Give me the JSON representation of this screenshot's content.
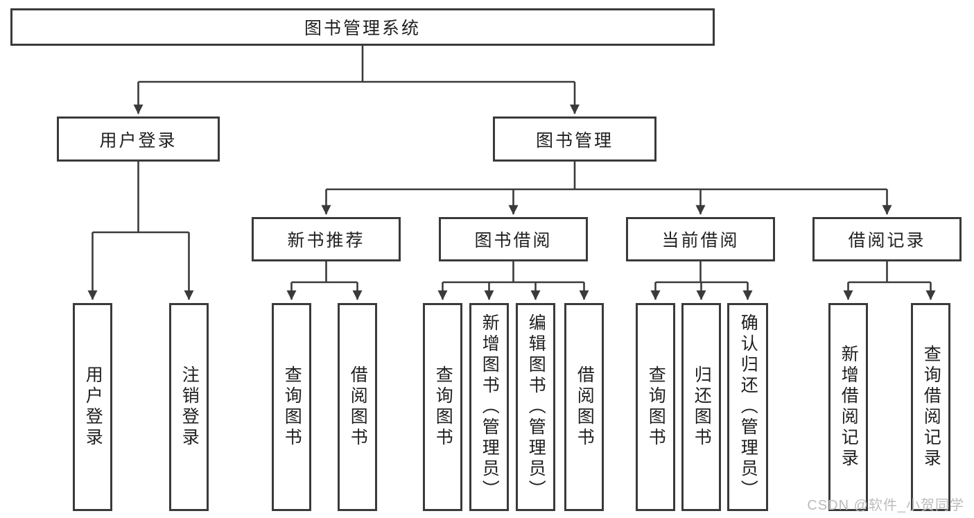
{
  "diagram": {
    "root": "图书管理系统",
    "level2": [
      {
        "label": "用户登录",
        "leaves": [
          "用户登录",
          "注销登录"
        ]
      },
      {
        "label": "图书管理",
        "groups": [
          {
            "label": "新书推荐",
            "leaves": [
              "查询图书",
              "借阅图书"
            ]
          },
          {
            "label": "图书借阅",
            "leaves": [
              "查询图书",
              "新增图书（管理员）",
              "编辑图书（管理员）",
              "借阅图书"
            ]
          },
          {
            "label": "当前借阅",
            "leaves": [
              "查询图书",
              "归还图书",
              "确认归还（管理员）"
            ]
          },
          {
            "label": "借阅记录",
            "leaves": [
              "新增借阅记录",
              "查询借阅记录"
            ]
          }
        ]
      }
    ]
  },
  "watermark": {
    "text": "CSDN @软件_小贺同学"
  },
  "colors": {
    "line": "#3a3a3a",
    "box-border": "#3a3a3a",
    "box-fill": "#ffffff",
    "text": "#1f1f1f",
    "watermark": "#bcbcbc",
    "background": "#ffffff"
  }
}
